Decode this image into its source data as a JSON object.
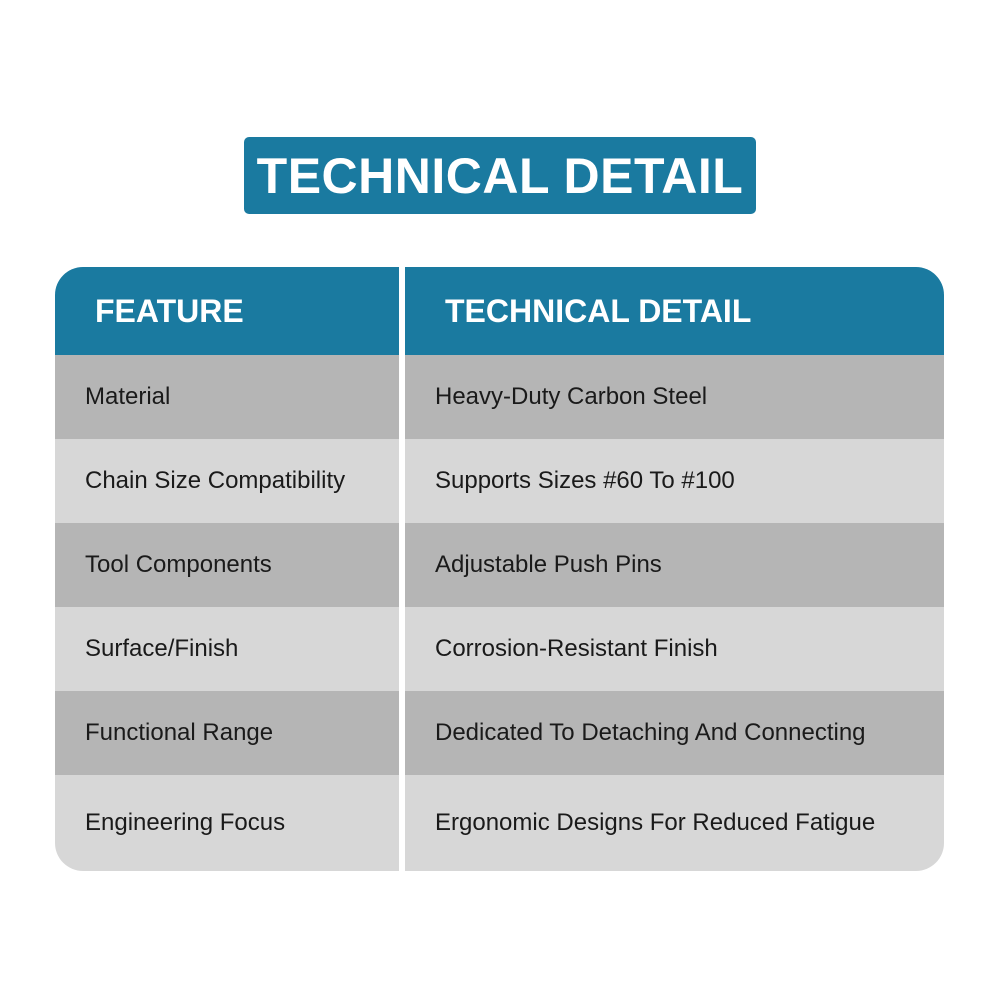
{
  "title": "TECHNICAL DETAIL",
  "table": {
    "headers": [
      "FEATURE",
      "TECHNICAL DETAIL"
    ],
    "rows": [
      [
        "Material",
        "Heavy-Duty Carbon Steel"
      ],
      [
        "Chain Size Compatibility",
        "Supports Sizes #60 To #100"
      ],
      [
        "Tool Components",
        "Adjustable Push Pins"
      ],
      [
        "Surface/Finish",
        "Corrosion-Resistant Finish"
      ],
      [
        "Functional Range",
        "Dedicated To Detaching And Connecting"
      ],
      [
        "Engineering Focus",
        "Ergonomic Designs For Reduced Fatigue"
      ]
    ]
  },
  "colors": {
    "accent": "#1a7aa0",
    "row_dark": "#b5b5b5",
    "row_light": "#d7d7d7"
  }
}
